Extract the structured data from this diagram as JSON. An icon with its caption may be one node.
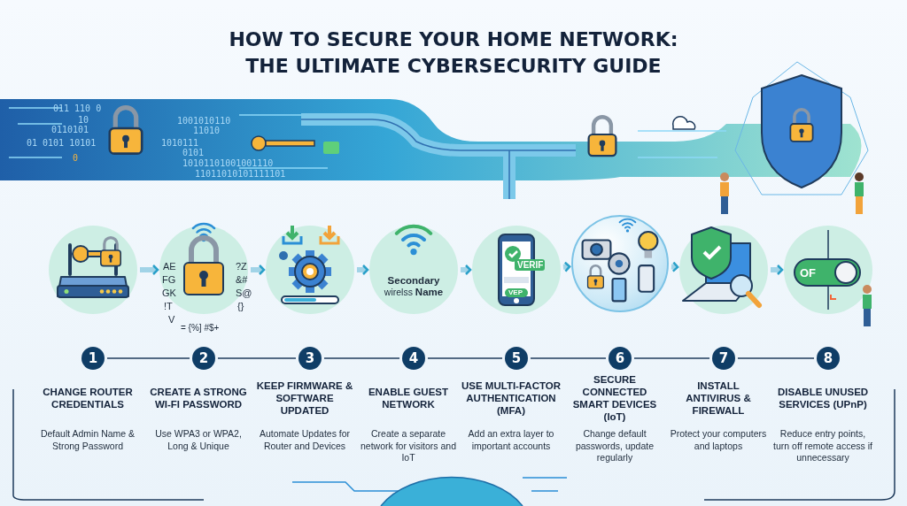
{
  "diagram": {
    "title": "HOW TO SECURE YOUR HOME NETWORK: THE ULTIMATE CYBERSECURITY GUIDE",
    "nodes": [
      {
        "text": [],
        "shape": "picture"
      },
      {
        "text": [],
        "shape": "picture"
      },
      {
        "text": [],
        "shape": "picture"
      },
      {
        "text": [
          "**Secondary** wirelss **Name**"
        ]
      },
      {
        "text": [],
        "shape": "picture"
      },
      {
        "text": [],
        "shape": "picture"
      },
      {
        "text": [],
        "shape": "picture"
      },
      {
        "text": [],
        "shape": "picture"
      },
      {
        "text": [
          "1"
        ],
        "beside": [
          "CHANGE ROUTER CREDENTIALS",
          "Default Admin Name & Strong Password"
        ]
      },
      {
        "text": [
          "2"
        ],
        "beside": [
          "CREATE A STRONG WI-FI PASSWORD",
          "Use WPA3 or WPA2, Long & Unique"
        ]
      },
      {
        "text": [
          "3"
        ],
        "beside": [
          "KEEP FIRMWARE & SOFTWARE UPDATED",
          "Automate Updates for Router and Devices"
        ]
      },
      {
        "text": [
          "4"
        ],
        "beside": [
          "ENABLE GUEST NETWORK",
          "Create a separate network for visitors and IoT"
        ]
      },
      {
        "text": [
          "5"
        ],
        "beside": [
          "USE MULTI-FACTOR AUTHENTICATION (MFA)",
          "Add an extra layer to important accounts"
        ]
      },
      {
        "text": [
          "6"
        ],
        "beside": [
          "SECURE CONNECTED SMART DEVICES (IoT)",
          "Change default passwords, update regularly"
        ]
      },
      {
        "text": [
          "7"
        ],
        "beside": [
          "INSTALL ANTIVIRUS & FIREWALL",
          "Protect your computers and laptops"
        ]
      },
      {
        "text": [
          "8"
        ],
        "beside": [
          "DISABLE UNUSED SERVICES (UPnP)",
          "Reduce entry points, turn off remote access if unnecessary"
        ]
      }
    ],
    "edges": [
      {
        "from": 0,
        "to": 1,
        "arrow": "to",
        "style": "thick",
        "color": "#2aa0c9"
      },
      {
        "from": 1,
        "to": 2,
        "arrow": "to",
        "style": "thick",
        "color": "#2aa0c9"
      },
      {
        "from": 2,
        "to": 3,
        "arrow": "to",
        "style": "thick",
        "color": "#2aa0c9"
      },
      {
        "from": 3,
        "to": 4,
        "arrow": "to",
        "style": "thick",
        "color": "#2aa0c9"
      },
      {
        "from": 4,
        "to": 5,
        "arrow": "to",
        "style": "thick",
        "color": "#2aa0c9"
      },
      {
        "from": 5,
        "to": 6,
        "arrow": "to",
        "style": "thick",
        "color": "#2aa0c9"
      },
      {
        "from": 6,
        "to": 7,
        "arrow": "to",
        "style": "thick",
        "color": "#2aa0c9"
      },
      {
        "from": 8,
        "to": 9,
        "arrow": "none",
        "color": "#1f3b5c"
      },
      {
        "from": 9,
        "to": 10,
        "arrow": "none",
        "color": "#1f3b5c"
      },
      {
        "from": 10,
        "to": 11,
        "arrow": "none",
        "color": "#1f3b5c"
      },
      {
        "from": 11,
        "to": 12,
        "arrow": "none",
        "color": "#1f3b5c"
      },
      {
        "from": 12,
        "to": 13,
        "arrow": "none",
        "color": "#1f3b5c"
      },
      {
        "from": 13,
        "to": 14,
        "arrow": "none",
        "color": "#1f3b5c"
      },
      {
        "from": 14,
        "to": 15,
        "arrow": "none",
        "color": "#1f3b5c"
      }
    ],
    "labels": [
      "011 110 0",
      "10",
      "0110101",
      "01 0101 10101",
      "0",
      "1001010110",
      "11010",
      "1010111",
      "0101",
      "10101101001001110",
      "11011010101111101",
      "AE",
      "FG",
      "GK",
      "!T",
      "V",
      "?Z",
      "&#",
      "S@",
      "{}",
      "= {%] #$+",
      "VERIF",
      "VEP",
      "OF"
    ]
  }
}
